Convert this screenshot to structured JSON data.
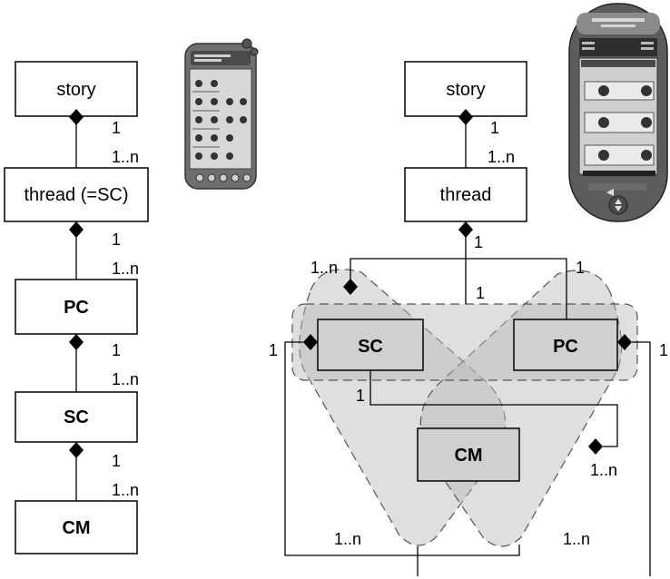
{
  "left_model": {
    "story": "story",
    "thread": "thread (=SC)",
    "pc": "PC",
    "sc": "SC",
    "cm": "CM",
    "card_story_thread": {
      "one": "1",
      "many": "1..n"
    },
    "card_thread_pc": {
      "one": "1",
      "many": "1..n"
    },
    "card_pc_sc": {
      "one": "1",
      "many": "1..n"
    },
    "card_sc_cm": {
      "one": "1",
      "many": "1..n"
    }
  },
  "right_model": {
    "story": "story",
    "thread": "thread",
    "sc": "SC",
    "pc": "PC",
    "cm": "CM",
    "card_story_thread": {
      "one": "1",
      "many": "1..n"
    },
    "card_thread_top": "1",
    "card_thread_many": "1..n",
    "card_thread_right": "1",
    "card_thread_mid": "1",
    "card_sc_left": "1",
    "card_pc_right": "1",
    "card_sc_bottom": "1",
    "card_cm_right": "1..n",
    "card_bottom_left": "1..n",
    "card_bottom_right": "1..n"
  }
}
